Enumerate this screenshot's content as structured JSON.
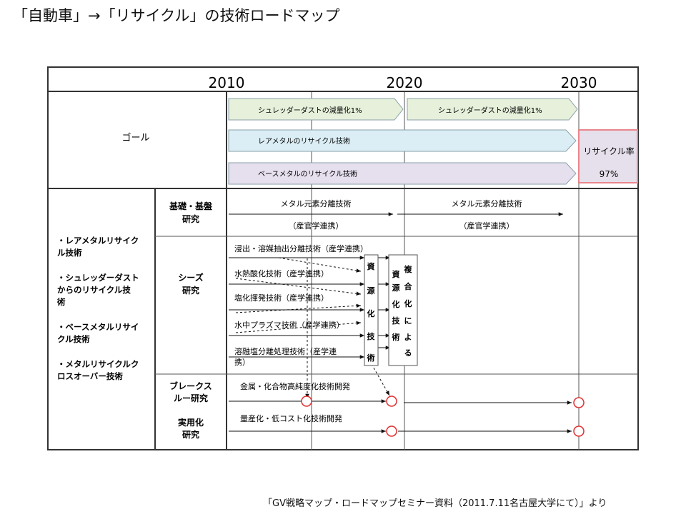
{
  "title": "「自動車」→「リサイクル」の技術ロードマップ",
  "colors": {
    "border": "#333333",
    "grid": "#555555",
    "goal_green": "#e6f0da",
    "goal_blue": "#dbeef5",
    "goal_purple": "#e5dfee",
    "target_border": "#e8868c",
    "target_fill": "#e6e0ec",
    "milestone": "#e03030"
  },
  "years": [
    "2010",
    "2020",
    "2030"
  ],
  "goal": {
    "label": "ゴール",
    "bars": [
      "シュレッダーダストの減量化1%",
      "シュレッダーダストの減量化1%",
      "レアメタルのリサイクル技術",
      "ベースメタルのリサイクル技術"
    ],
    "target_lines": [
      "リサイクル率",
      "97%"
    ]
  },
  "themes": [
    "・レアメタルリサイク",
    "ル技術",
    "・シュレッダーダスト",
    "からのリサイクル技",
    "術",
    "・ベースメタルリサイ",
    "クル技術",
    "・メタルリサイクルク",
    "ロスオーバー技術"
  ],
  "phases": {
    "basic": [
      "基礎・基盤",
      "研究"
    ],
    "seeds": [
      "シーズ",
      "研究"
    ],
    "breakthrough": [
      "ブレークス",
      "ルー研究"
    ],
    "practical": [
      "実用化",
      "研究"
    ]
  },
  "basic_items": {
    "left": "メタル元素分離技術",
    "left_sub": "（産官学連携）",
    "right": "メタル元素分離技術",
    "right_sub": "（産官学連携）"
  },
  "seeds_items": [
    "浸出・溶媒抽出分離技術（産学連携）",
    "水熱酸化技術（産学連携）",
    "塩化揮発技術（産学連携）",
    "水中プラズマ技術（産学連携）",
    "溶融塩分離処理技術（産学連",
    "携）"
  ],
  "box1": [
    "資",
    "源",
    "化",
    "技",
    "術"
  ],
  "box2_col1": [
    "資",
    "源",
    "化",
    "技",
    "術"
  ],
  "box2_col2": [
    "複",
    "合",
    "化",
    "に",
    "よ",
    "る"
  ],
  "breakthrough_item": "金属・化合物高純度化技術開発",
  "practical_item": "量産化・低コスト化技術開発",
  "caption": "「GV戦略マップ・ロードマップセミナー資料（2011.7.11名古屋大学にて）」より"
}
